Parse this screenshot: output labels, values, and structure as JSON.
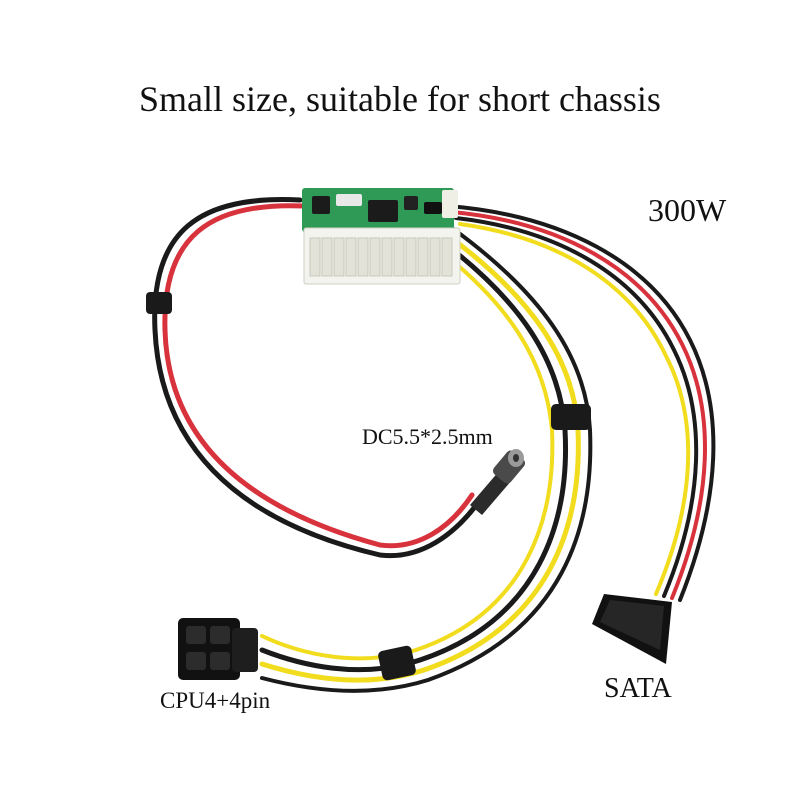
{
  "headline": "Small size, suitable for short chassis",
  "power_rating": "300W",
  "connectors": {
    "dc_input": "DC5.5*2.5mm",
    "cpu": "CPU4+4pin",
    "sata": "SATA"
  },
  "colors": {
    "background": "#ffffff",
    "wire_red": "#d8323c",
    "wire_black": "#1a1a1a",
    "wire_yellow": "#f2dc1e",
    "pcb_green": "#2f9a55",
    "atx_connector": "#f4f4ee"
  }
}
